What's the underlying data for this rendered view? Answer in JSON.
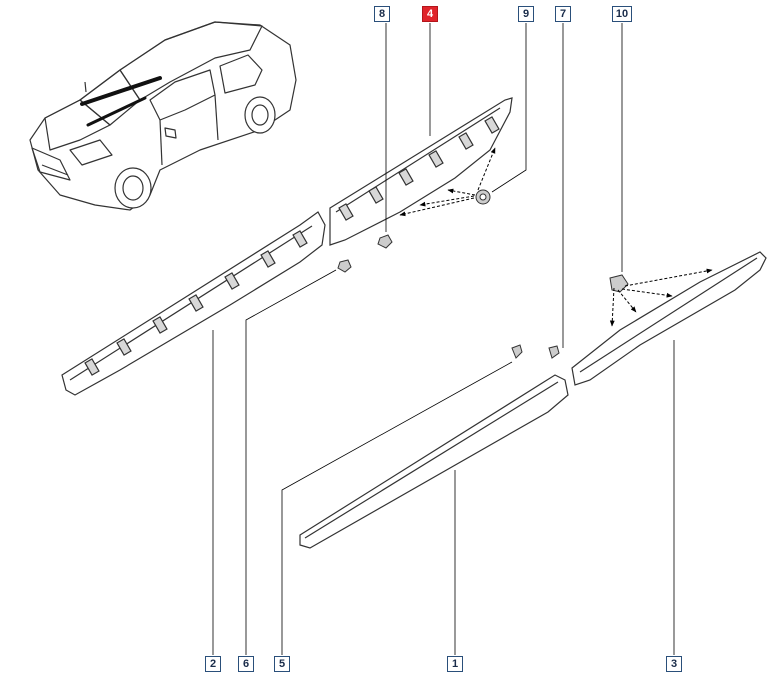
{
  "diagram": {
    "highlight_color": "#e0242b",
    "line_color": "#000000",
    "callouts": [
      {
        "label": "8",
        "highlighted": false
      },
      {
        "label": "4",
        "highlighted": true
      },
      {
        "label": "9",
        "highlighted": false
      },
      {
        "label": "7",
        "highlighted": false
      },
      {
        "label": "10",
        "highlighted": false
      },
      {
        "label": "2",
        "highlighted": false
      },
      {
        "label": "6",
        "highlighted": false
      },
      {
        "label": "5",
        "highlighted": false
      },
      {
        "label": "1",
        "highlighted": false
      },
      {
        "label": "3",
        "highlighted": false
      }
    ]
  }
}
